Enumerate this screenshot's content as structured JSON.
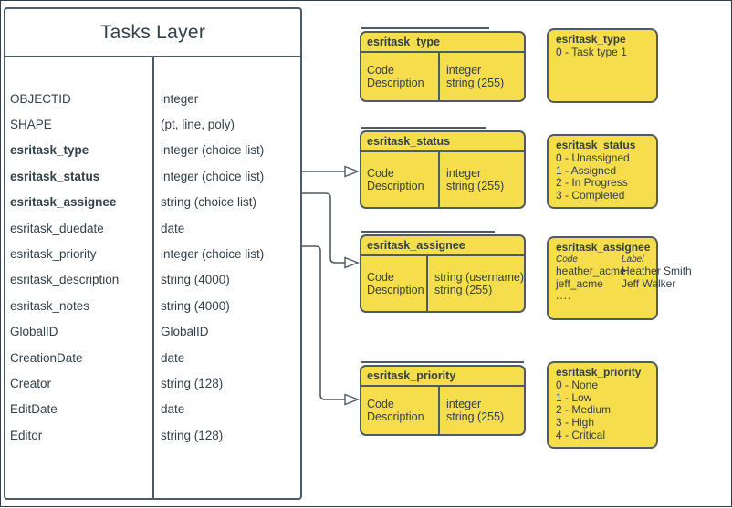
{
  "colors": {
    "box_fill": "#F5DD4B",
    "stroke": "#4E5A65",
    "text": "#32404A",
    "page_border": "#2F3D4C"
  },
  "tasks_layer": {
    "title": "Tasks Layer",
    "fields": [
      {
        "name": "OBJECTID",
        "type": "integer",
        "bold": false
      },
      {
        "name": "SHAPE",
        "type": "(pt, line, poly)",
        "bold": false
      },
      {
        "name": "esritask_type",
        "type": "integer (choice list)",
        "bold": true
      },
      {
        "name": "esritask_status",
        "type": "integer (choice list)",
        "bold": true
      },
      {
        "name": "esritask_assignee",
        "type": "string (choice list)",
        "bold": true
      },
      {
        "name": "esritask_duedate",
        "type": "date",
        "bold": false
      },
      {
        "name": "esritask_priority",
        "type": "integer (choice list)",
        "bold": false
      },
      {
        "name": "esritask_description",
        "type": "string (4000)",
        "bold": false
      },
      {
        "name": "esritask_notes",
        "type": "string (4000)",
        "bold": false
      },
      {
        "name": "GlobalID",
        "type": "GlobalID",
        "bold": false
      },
      {
        "name": "CreationDate",
        "type": "date",
        "bold": false
      },
      {
        "name": "Creator",
        "type": "string (128)",
        "bold": false
      },
      {
        "name": "EditDate",
        "type": "date",
        "bold": false
      },
      {
        "name": "Editor",
        "type": "string (128)",
        "bold": false
      }
    ]
  },
  "domains": {
    "type": {
      "title": "esritask_type",
      "field_labels": [
        "Code",
        "Description"
      ],
      "field_types": [
        "integer",
        "string (255)"
      ]
    },
    "status": {
      "title": "esritask_status",
      "field_labels": [
        "Code",
        "Description"
      ],
      "field_types": [
        "integer",
        "string (255)"
      ]
    },
    "assignee": {
      "title": "esritask_assignee",
      "field_labels": [
        "Code",
        "Description"
      ],
      "field_types": [
        "string (username)",
        "string (255)"
      ]
    },
    "priority": {
      "title": "esritask_priority",
      "field_labels": [
        "Code",
        "Description"
      ],
      "field_types": [
        "integer",
        "string (255)"
      ]
    }
  },
  "value_lists": {
    "type": {
      "title": "esritask_type",
      "values": [
        "0 - Task type 1"
      ]
    },
    "status": {
      "title": "esritask_status",
      "values": [
        "0 - Unassigned",
        "1 - Assigned",
        "2 - In Progress",
        "3 - Completed"
      ]
    },
    "assignee": {
      "title": "esritask_assignee",
      "col_headers": [
        "Code",
        "Label"
      ],
      "rows": [
        [
          "heather_acme",
          "Heather Smith"
        ],
        [
          "jeff_acme",
          "Jeff Walker"
        ]
      ],
      "more": "...."
    },
    "priority": {
      "title": "esritask_priority",
      "values": [
        "0 - None",
        "1 - Low",
        "2 - Medium",
        "3 - High",
        "4 - Critical"
      ]
    }
  }
}
